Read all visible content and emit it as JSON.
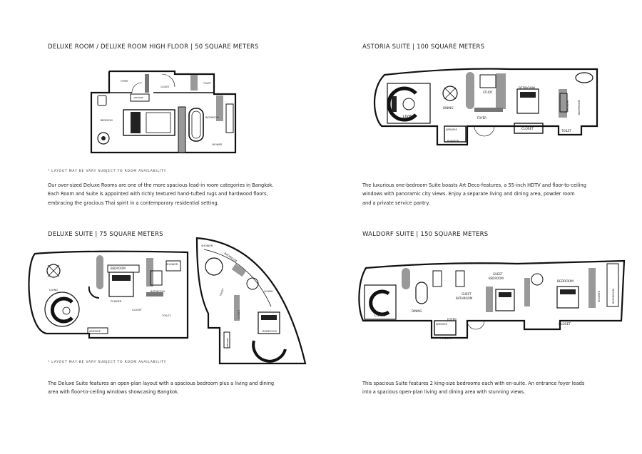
{
  "sections": {
    "deluxe_room": {
      "title": "DELUXE ROOM / DELUXE ROOM HIGH FLOOR | 50 SQUARE METERS",
      "note": "* LAYOUT MAY BE VARY SUBJECT TO ROOM AVAILABILITY",
      "desc_lines": [
        "Our over-sized Deluxe Rooms are one of the more spacious lead-in room categories in Bangkok.",
        "Each Room and Suite is appointed with richly textured hand-tufted rugs and hardwood floors,",
        "embracing the gracious Thai spirit in a contemporary residential setting."
      ],
      "labels": {
        "foyer": "FOYER",
        "closet": "CLOSET",
        "toilet": "TOILET",
        "armoire": "ARMOIRE",
        "bedroom": "BEDROOM",
        "bathroom": "BATHROOM",
        "shower": "SHOWER"
      }
    },
    "astoria_suite": {
      "title": "ASTORIA SUITE  | 100 SQUARE METERS",
      "desc_lines": [
        "The luxurious one-bedroom Suite boasts Art Deco-features, a 55-inch HDTV and floor-to-ceiling",
        "windows with panoramic city views. Enjoy a separate living and dining area, powder room",
        "and a private service pantry."
      ],
      "labels": {
        "living": "LIVING",
        "dining": "DINING",
        "study": "STUDY",
        "foyer": "FOYER",
        "bedroom": "BEDROOM",
        "closet": "CLOSET",
        "toilet": "TOILET",
        "shower": "SHOWER",
        "bathroom": "BATHROOM",
        "armoire": "ARMOIRE",
        "powder": "POWDER"
      }
    },
    "deluxe_suite": {
      "title": "DELUXE SUITE | 75 SQUARE METERS",
      "note": "* LAYOUT MAY BE VARY SUBJECT TO ROOM AVAILABILITY",
      "desc_lines": [
        "The Deluxe Suite features an open-plan layout with a spacious bedroom plus a living and dining",
        "area with floor-to-ceiling windows showcasing Bangkok."
      ],
      "labels": {
        "living": "LIVING",
        "bedroom": "BEDROOM",
        "shower": "SHOWER",
        "powder": "POWDER",
        "bathroom": "BATHROOM",
        "closet": "CLOSET",
        "toilet": "TOILET",
        "armoire": "ARMOIRE",
        "living2": "LIVING",
        "bedroom2": "BEDROOM",
        "shower2": "SHOWER",
        "bathroom2": "BATHROOM",
        "toilet2": "TOILET",
        "closet2": "CLOSET",
        "armoire2": "ARMOIRE"
      }
    },
    "waldorf_suite": {
      "title": "WALDORF SUITE | 150 SQUARE METERS",
      "desc_lines": [
        "This spacious Suite  features 2 king-size bedrooms each with en-suite. An entrance foyer leads",
        "into a spacious open-plan living and dining area with stunning views."
      ],
      "labels": {
        "living": "LIVING",
        "dining": "DINING",
        "guest_bedroom_1": "GUEST",
        "guest_bedroom_2": "BEDROOM",
        "guest_bathroom_1": "GUEST",
        "guest_bathroom_2": "BATHROOM",
        "bedroom": "BEDROOM",
        "armoire": "ARMOIRE",
        "foyer": "FOYER",
        "powder": "POWDER",
        "closet": "CLOSET",
        "shower": "SHOWER",
        "bathroom": "BATHROOM"
      }
    }
  }
}
